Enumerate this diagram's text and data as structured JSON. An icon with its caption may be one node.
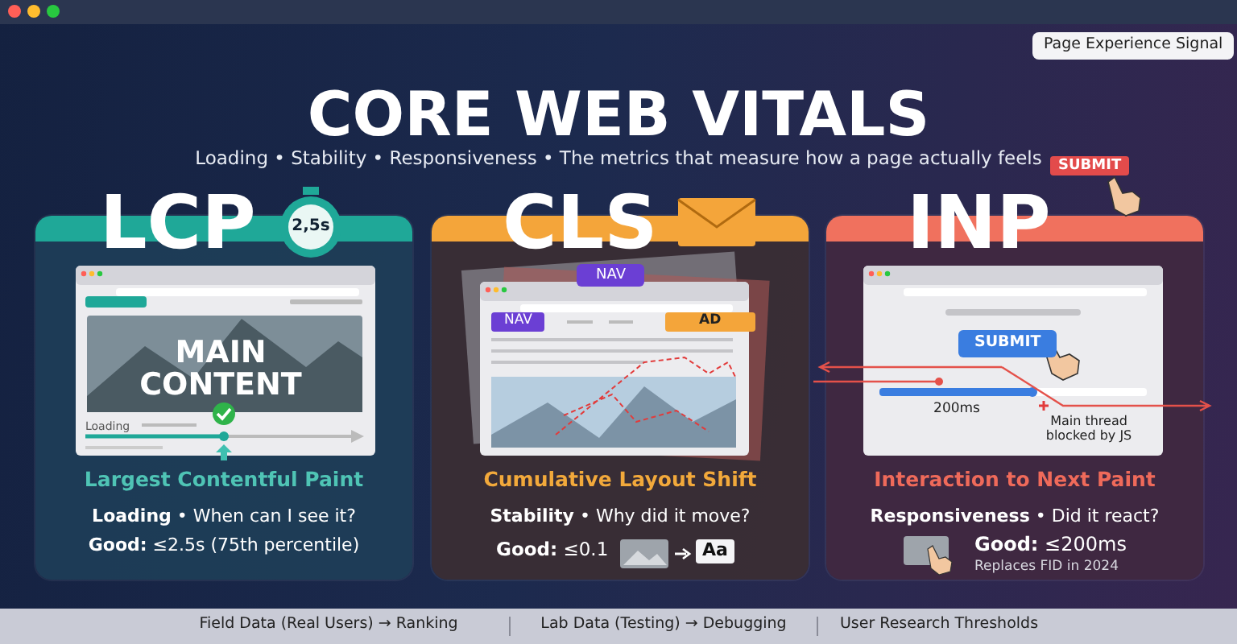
{
  "diagram": {
    "title": "CORE WEB VITALS",
    "nodes": [
      {
        "text": [
          "LCP",
          "Largest Contentful Paint",
          "**Loading** • When can I see it?",
          "**Good:** ≤2.5s (75th percentile)"
        ]
      },
      {
        "text": [
          "CLS",
          "Cumulative Layout Shift",
          "**Stability** • Why did it move?",
          "**Good:** ≤0.1"
        ]
      },
      {
        "text": [
          "INP",
          "Interaction to Next Paint",
          "**Responsiveness** • Did it react?",
          "**Good:** ≤200ms",
          "Replaces FID in 2024"
        ]
      }
    ],
    "labels": [
      "Page Experience Signal",
      "Loading • Stability • Responsiveness • The metrics that measure how a page actually feels",
      "2,5s",
      "SUBMIT",
      "MAIN CONTENT",
      "Loading",
      "NAV",
      "NAV",
      "AD",
      "Aa",
      "SUBMIT",
      "200ms",
      "Main thread blocked by JS",
      "Field Data (Real Users) → Ranking",
      "Lab Data (Testing) → Debugging",
      "User Research Thresholds"
    ]
  }
}
